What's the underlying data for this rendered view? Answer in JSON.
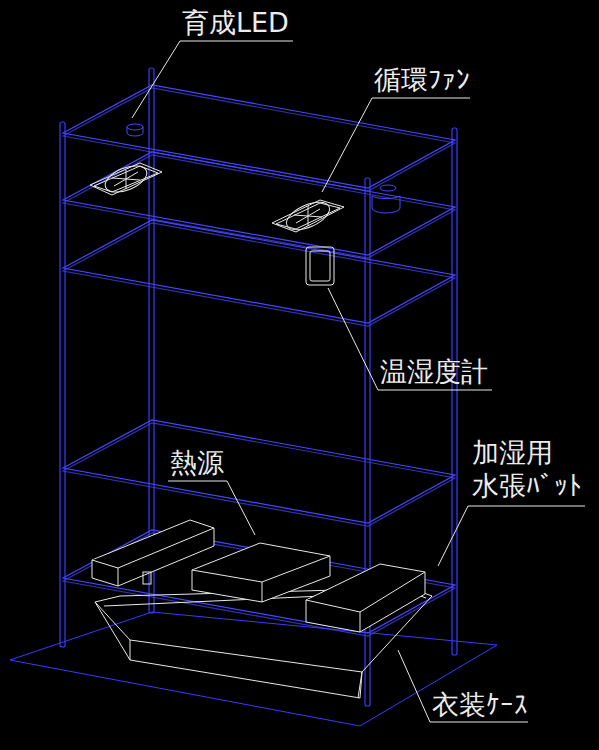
{
  "diagram": {
    "labels": [
      "育成LED",
      "循環ﾌｧﾝ",
      "温湿度計",
      "熱源",
      "加湿用 水張ﾊﾞｯﾄ",
      "衣装ｹｰｽ"
    ]
  }
}
